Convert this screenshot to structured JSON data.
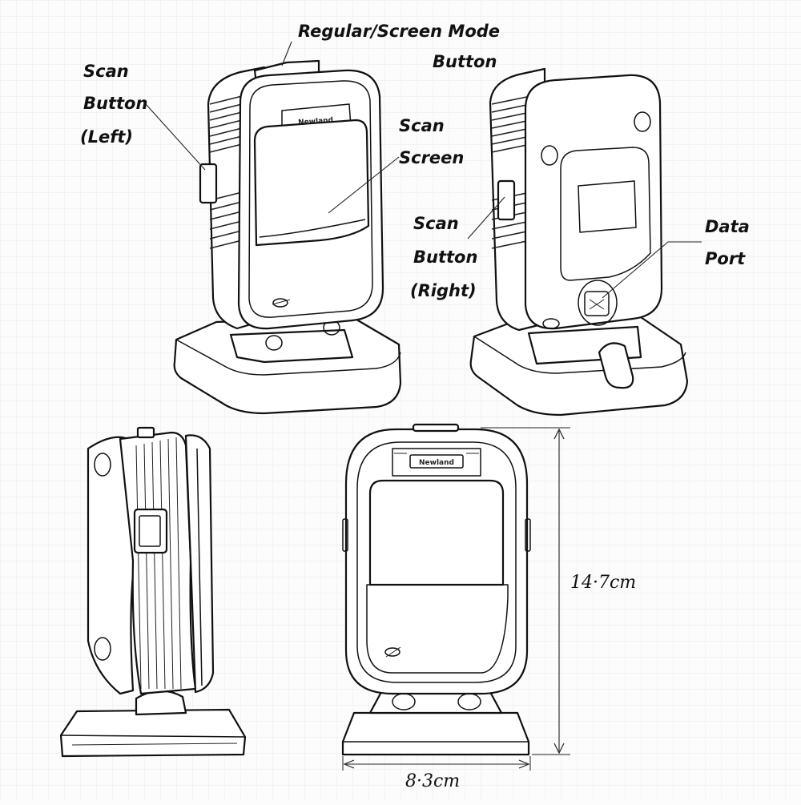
{
  "brand": "Newland",
  "callouts": {
    "mode_button_line1": "Regular/Screen Mode",
    "mode_button_line2": "Button",
    "scan_left_line1": "Scan",
    "scan_left_line2": "Button",
    "scan_left_line3": "(Left)",
    "scan_screen_line1": "Scan",
    "scan_screen_line2": "Screen",
    "scan_right_line1": "Scan",
    "scan_right_line2": "Button",
    "scan_right_line3": "(Right)",
    "data_port_line1": "Data",
    "data_port_line2": "Port"
  },
  "dimensions": {
    "height": "14·7cm",
    "width": "8·3cm"
  },
  "colors": {
    "line": "#111111",
    "paper": "#fbfcfb",
    "grid": "#dfe8e4"
  }
}
